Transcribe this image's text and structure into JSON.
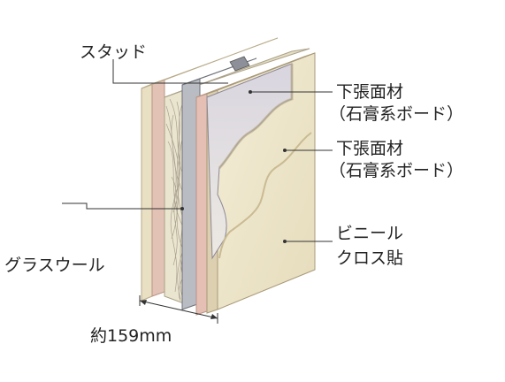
{
  "labels": {
    "stud": "スタッド",
    "glass_wool": "グラスウール",
    "base_board_1_line1": "下張面材",
    "base_board_1_line2": "（石膏系ボード）",
    "base_board_2_line1": "下張面材",
    "base_board_2_line2": "（石膏系ボード）",
    "vinyl_line1": "ビニール",
    "vinyl_line2": "クロス貼",
    "thickness": "約159mm"
  },
  "colors": {
    "board_face": "#e8dfc4",
    "board_edge": "#d7c9a6",
    "pink_board": "#e7c3ba",
    "wool": "#ece7cf",
    "wall_face": "#efe8cc",
    "leader": "#333333"
  }
}
